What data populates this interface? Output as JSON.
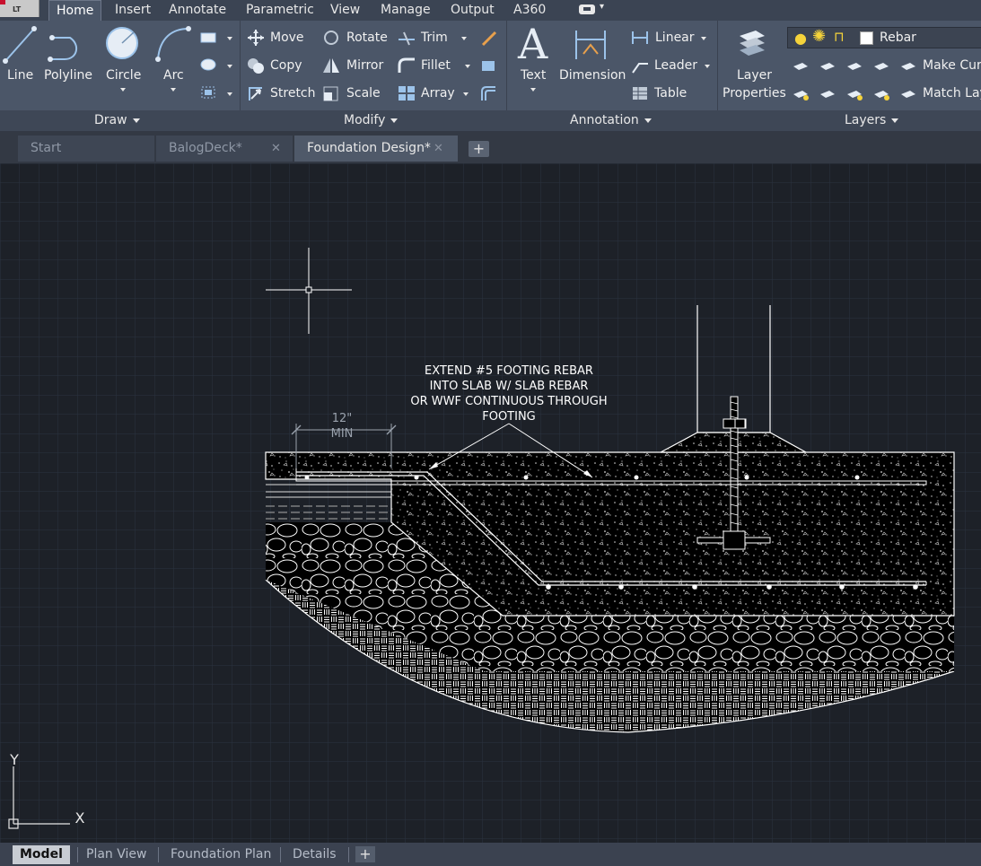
{
  "app": {
    "badge": "LT"
  },
  "ribbon_tabs": [
    {
      "label": "Home",
      "active": true
    },
    {
      "label": "Insert"
    },
    {
      "label": "Annotate"
    },
    {
      "label": "Parametric"
    },
    {
      "label": "View"
    },
    {
      "label": "Manage"
    },
    {
      "label": "Output"
    },
    {
      "label": "A360"
    }
  ],
  "draw_panel": {
    "title": "Draw",
    "tools": [
      {
        "label": "Line",
        "icon": "line-icon"
      },
      {
        "label": "Polyline",
        "icon": "polyline-icon"
      },
      {
        "label": "Circle",
        "icon": "circle-icon"
      },
      {
        "label": "Arc",
        "icon": "arc-icon"
      }
    ]
  },
  "modify_panel": {
    "title": "Modify",
    "tools": [
      {
        "label": "Move",
        "icon": "move-icon"
      },
      {
        "label": "Rotate",
        "icon": "rotate-icon"
      },
      {
        "label": "Trim",
        "icon": "trim-icon"
      },
      {
        "label": "Copy",
        "icon": "copy-icon"
      },
      {
        "label": "Mirror",
        "icon": "mirror-icon"
      },
      {
        "label": "Fillet",
        "icon": "fillet-icon"
      },
      {
        "label": "Stretch",
        "icon": "stretch-icon"
      },
      {
        "label": "Scale",
        "icon": "scale-icon"
      },
      {
        "label": "Array",
        "icon": "array-icon"
      }
    ]
  },
  "annotation_panel": {
    "title": "Annotation",
    "text_label": "Text",
    "dimension_label": "Dimension",
    "tools": [
      {
        "label": "Linear",
        "icon": "linear-dimension-icon"
      },
      {
        "label": "Leader",
        "icon": "leader-icon"
      },
      {
        "label": "Table",
        "icon": "table-icon"
      }
    ]
  },
  "layers_panel": {
    "title": "Layers",
    "properties_label_1": "Layer",
    "properties_label_2": "Properties",
    "current_layer": "Rebar",
    "make_current_label": "Make Curr",
    "match_layer_label": "Match Lay",
    "current_layer_color": "#ffffff"
  },
  "file_tabs": [
    {
      "label": "Start",
      "active": false
    },
    {
      "label": "BalogDeck*",
      "active": false
    },
    {
      "label": "Foundation Design*",
      "active": true
    }
  ],
  "drawing": {
    "note_lines": [
      "EXTEND #5 FOOTING REBAR",
      "INTO SLAB W/ SLAB REBAR",
      "OR WWF CONTINUOUS THROUGH",
      "FOOTING"
    ],
    "dim_value": "12\"",
    "dim_suffix": "MIN",
    "ucs_y": "Y",
    "ucs_x": "X"
  },
  "layout_tabs": [
    {
      "label": "Model",
      "active": true
    },
    {
      "label": "Plan View"
    },
    {
      "label": "Foundation Plan"
    },
    {
      "label": "Details"
    }
  ],
  "colors": {
    "ribbon": "#4b5668",
    "tabbar": "#3b4453",
    "canvas": "#1d2128",
    "grid": "#2a3340",
    "linework": "#ffffff"
  }
}
